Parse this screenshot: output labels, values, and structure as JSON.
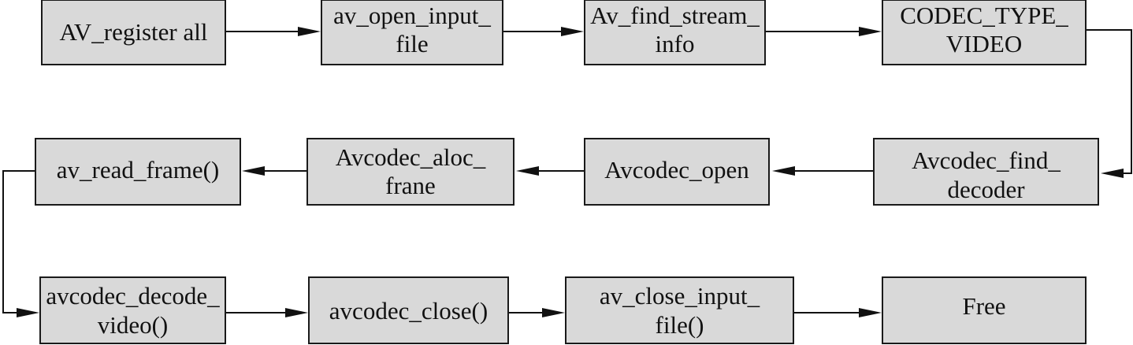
{
  "nodes": {
    "av_register_all": {
      "lines": [
        "AV_register all"
      ]
    },
    "av_open_input_file": {
      "lines": [
        "av_open_input_",
        "file"
      ]
    },
    "av_find_stream_info": {
      "lines": [
        "Av_find_stream_",
        "info"
      ]
    },
    "codec_type_video": {
      "lines": [
        "CODEC_TYPE_",
        "VIDEO"
      ]
    },
    "avcodec_find_decoder": {
      "lines": [
        "Avcodec_find_",
        "decoder"
      ]
    },
    "avcodec_open": {
      "lines": [
        "Avcodec_open"
      ]
    },
    "avcodec_aloc_frane": {
      "lines": [
        "Avcodec_aloc_",
        "frane"
      ]
    },
    "av_read_frame": {
      "lines": [
        "av_read_frame()"
      ]
    },
    "avcodec_decode_video": {
      "lines": [
        "avcodec_decode_",
        "video()"
      ]
    },
    "avcodec_close": {
      "lines": [
        "avcodec_close()"
      ]
    },
    "av_close_input_file": {
      "lines": [
        "av_close_input_",
        "file()"
      ]
    },
    "free": {
      "lines": [
        "Free"
      ]
    }
  },
  "edges": [
    {
      "from": "av_register_all",
      "to": "av_open_input_file"
    },
    {
      "from": "av_open_input_file",
      "to": "av_find_stream_info"
    },
    {
      "from": "av_find_stream_info",
      "to": "codec_type_video"
    },
    {
      "from": "codec_type_video",
      "to": "avcodec_find_decoder"
    },
    {
      "from": "avcodec_find_decoder",
      "to": "avcodec_open"
    },
    {
      "from": "avcodec_open",
      "to": "avcodec_aloc_frane"
    },
    {
      "from": "avcodec_aloc_frane",
      "to": "av_read_frame"
    },
    {
      "from": "av_read_frame",
      "to": "avcodec_decode_video"
    },
    {
      "from": "avcodec_decode_video",
      "to": "avcodec_close"
    },
    {
      "from": "avcodec_close",
      "to": "av_close_input_file"
    },
    {
      "from": "av_close_input_file",
      "to": "free"
    }
  ],
  "colors": {
    "box_fill": "#d9d9d9",
    "stroke": "#111111"
  }
}
